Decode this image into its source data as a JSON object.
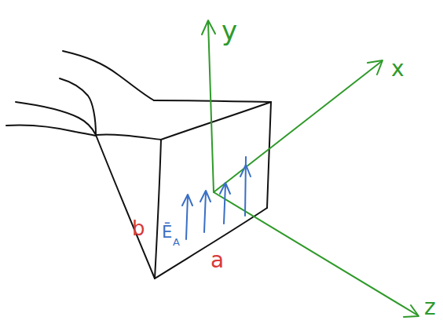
{
  "diagram": {
    "labels": [
      "y",
      "x",
      "z",
      "b",
      "a",
      "Ē",
      "A"
    ]
  }
}
